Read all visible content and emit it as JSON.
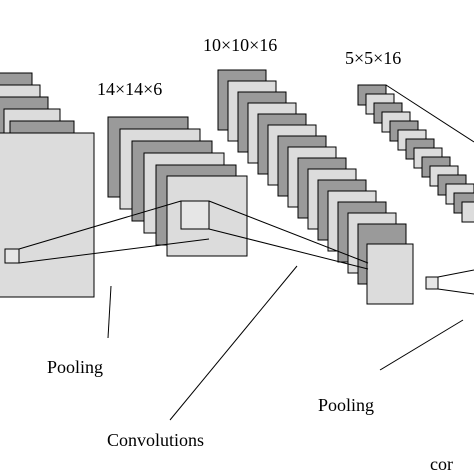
{
  "diagram": {
    "dimension_labels": {
      "layer2": "14×14×6",
      "layer3": "10×10×16",
      "layer4": "5×5×16"
    },
    "operation_labels": {
      "pooling_1": "Pooling",
      "convolutions": "Convolutions",
      "pooling_2": "Pooling",
      "partial_edge": "cor"
    },
    "colors": {
      "dark_map": "#9a9a9a",
      "light_map": "#dcdcdc",
      "outline": "#000000",
      "background": "#ffffff"
    }
  }
}
